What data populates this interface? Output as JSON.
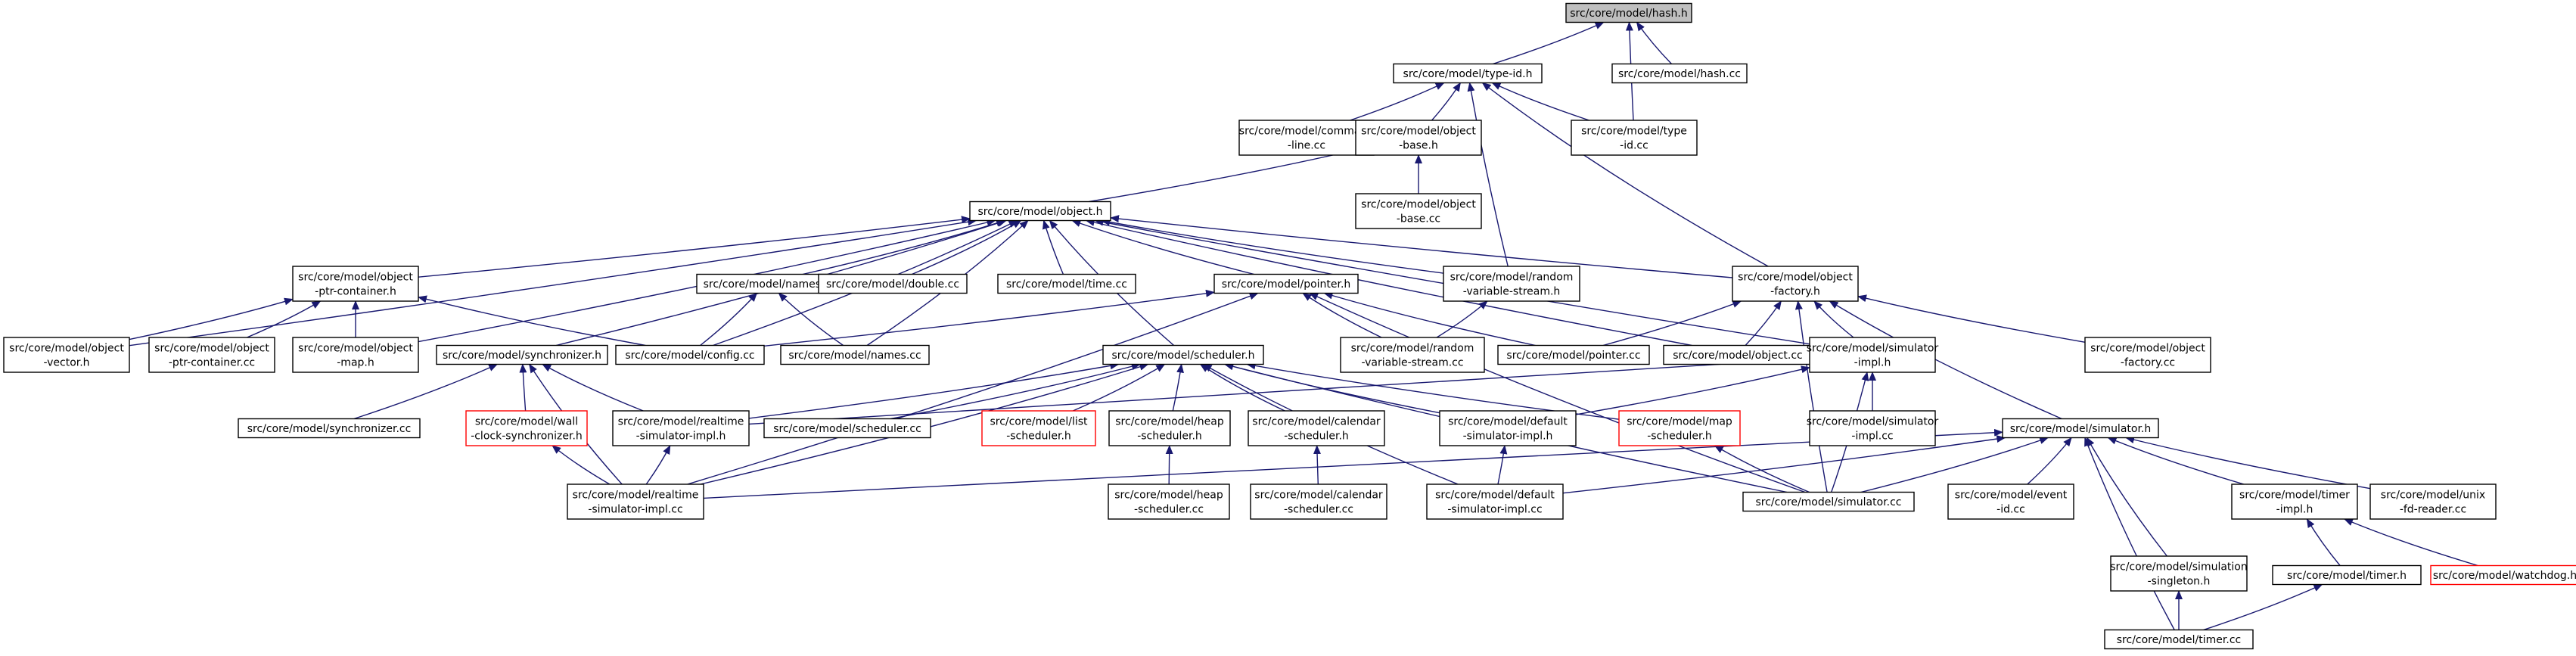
{
  "colors": {
    "edge": "#191970",
    "node_border": "#000000",
    "root_fill": "#bfbfbf",
    "missing_border": "#ff0000",
    "text": "#000000"
  },
  "nodes": [
    {
      "id": "hash_h",
      "lines": [
        "src/core/model/hash.h"
      ],
      "style": "root"
    },
    {
      "id": "type_id_h",
      "lines": [
        "src/core/model/type-id.h"
      ],
      "style": "normal"
    },
    {
      "id": "hash_cc",
      "lines": [
        "src/core/model/hash.cc"
      ],
      "style": "normal"
    },
    {
      "id": "command_line_cc",
      "lines": [
        "src/core/model/command",
        "-line.cc"
      ],
      "style": "normal"
    },
    {
      "id": "object_base_h",
      "lines": [
        "src/core/model/object",
        "-base.h"
      ],
      "style": "normal"
    },
    {
      "id": "type_id_cc",
      "lines": [
        "src/core/model/type",
        "-id.cc"
      ],
      "style": "normal"
    },
    {
      "id": "object_h",
      "lines": [
        "src/core/model/object.h"
      ],
      "style": "normal"
    },
    {
      "id": "object_base_cc",
      "lines": [
        "src/core/model/object",
        "-base.cc"
      ],
      "style": "normal"
    },
    {
      "id": "object_ptr_container_h",
      "lines": [
        "src/core/model/object",
        "-ptr-container.h"
      ],
      "style": "normal"
    },
    {
      "id": "names_h",
      "lines": [
        "src/core/model/names.h"
      ],
      "style": "normal"
    },
    {
      "id": "double_cc",
      "lines": [
        "src/core/model/double.cc"
      ],
      "style": "normal"
    },
    {
      "id": "time_cc",
      "lines": [
        "src/core/model/time.cc"
      ],
      "style": "normal"
    },
    {
      "id": "pointer_h",
      "lines": [
        "src/core/model/pointer.h"
      ],
      "style": "normal"
    },
    {
      "id": "random_variable_stream_h",
      "lines": [
        "src/core/model/random",
        "-variable-stream.h"
      ],
      "style": "normal"
    },
    {
      "id": "object_factory_h",
      "lines": [
        "src/core/model/object",
        "-factory.h"
      ],
      "style": "normal"
    },
    {
      "id": "object_vector_h",
      "lines": [
        "src/core/model/object",
        "-vector.h"
      ],
      "style": "normal"
    },
    {
      "id": "object_ptr_container_cc",
      "lines": [
        "src/core/model/object",
        "-ptr-container.cc"
      ],
      "style": "normal"
    },
    {
      "id": "object_map_h",
      "lines": [
        "src/core/model/object",
        "-map.h"
      ],
      "style": "normal"
    },
    {
      "id": "synchronizer_h",
      "lines": [
        "src/core/model/synchronizer.h"
      ],
      "style": "normal"
    },
    {
      "id": "config_cc",
      "lines": [
        "src/core/model/config.cc"
      ],
      "style": "normal"
    },
    {
      "id": "names_cc",
      "lines": [
        "src/core/model/names.cc"
      ],
      "style": "normal"
    },
    {
      "id": "scheduler_h",
      "lines": [
        "src/core/model/scheduler.h"
      ],
      "style": "normal"
    },
    {
      "id": "random_variable_stream_cc",
      "lines": [
        "src/core/model/random",
        "-variable-stream.cc"
      ],
      "style": "normal"
    },
    {
      "id": "pointer_cc",
      "lines": [
        "src/core/model/pointer.cc"
      ],
      "style": "normal"
    },
    {
      "id": "object_cc",
      "lines": [
        "src/core/model/object.cc"
      ],
      "style": "normal"
    },
    {
      "id": "simulator_impl_h",
      "lines": [
        "src/core/model/simulator",
        "-impl.h"
      ],
      "style": "normal"
    },
    {
      "id": "object_factory_cc",
      "lines": [
        "src/core/model/object",
        "-factory.cc"
      ],
      "style": "normal"
    },
    {
      "id": "synchronizer_cc",
      "lines": [
        "src/core/model/synchronizer.cc"
      ],
      "style": "normal"
    },
    {
      "id": "wall_clock_synchronizer_h",
      "lines": [
        "src/core/model/wall",
        "-clock-synchronizer.h"
      ],
      "style": "missing"
    },
    {
      "id": "realtime_simulator_impl_h",
      "lines": [
        "src/core/model/realtime",
        "-simulator-impl.h"
      ],
      "style": "normal"
    },
    {
      "id": "scheduler_cc",
      "lines": [
        "src/core/model/scheduler.cc"
      ],
      "style": "normal"
    },
    {
      "id": "list_scheduler_h",
      "lines": [
        "src/core/model/list",
        "-scheduler.h"
      ],
      "style": "missing"
    },
    {
      "id": "heap_scheduler_h",
      "lines": [
        "src/core/model/heap",
        "-scheduler.h"
      ],
      "style": "normal"
    },
    {
      "id": "calendar_scheduler_h",
      "lines": [
        "src/core/model/calendar",
        "-scheduler.h"
      ],
      "style": "normal"
    },
    {
      "id": "default_simulator_impl_h",
      "lines": [
        "src/core/model/default",
        "-simulator-impl.h"
      ],
      "style": "normal"
    },
    {
      "id": "map_scheduler_h",
      "lines": [
        "src/core/model/map",
        "-scheduler.h"
      ],
      "style": "missing"
    },
    {
      "id": "simulator_impl_cc",
      "lines": [
        "src/core/model/simulator",
        "-impl.cc"
      ],
      "style": "normal"
    },
    {
      "id": "simulator_h",
      "lines": [
        "src/core/model/simulator.h"
      ],
      "style": "normal"
    },
    {
      "id": "realtime_simulator_impl_cc",
      "lines": [
        "src/core/model/realtime",
        "-simulator-impl.cc"
      ],
      "style": "normal"
    },
    {
      "id": "heap_scheduler_cc",
      "lines": [
        "src/core/model/heap",
        "-scheduler.cc"
      ],
      "style": "normal"
    },
    {
      "id": "calendar_scheduler_cc",
      "lines": [
        "src/core/model/calendar",
        "-scheduler.cc"
      ],
      "style": "normal"
    },
    {
      "id": "default_simulator_impl_cc",
      "lines": [
        "src/core/model/default",
        "-simulator-impl.cc"
      ],
      "style": "normal"
    },
    {
      "id": "simulator_cc",
      "lines": [
        "src/core/model/simulator.cc"
      ],
      "style": "normal"
    },
    {
      "id": "event_id_cc",
      "lines": [
        "src/core/model/event",
        "-id.cc"
      ],
      "style": "normal"
    },
    {
      "id": "timer_impl_h",
      "lines": [
        "src/core/model/timer",
        "-impl.h"
      ],
      "style": "normal"
    },
    {
      "id": "unix_fd_reader_cc",
      "lines": [
        "src/core/model/unix",
        "-fd-reader.cc"
      ],
      "style": "normal"
    },
    {
      "id": "simulation_singleton_h",
      "lines": [
        "src/core/model/simulation",
        "-singleton.h"
      ],
      "style": "normal"
    },
    {
      "id": "timer_h",
      "lines": [
        "src/core/model/timer.h"
      ],
      "style": "normal"
    },
    {
      "id": "watchdog_h",
      "lines": [
        "src/core/model/watchdog.h"
      ],
      "style": "missing"
    },
    {
      "id": "timer_cc",
      "lines": [
        "src/core/model/timer.cc"
      ],
      "style": "normal"
    }
  ],
  "edges": [
    [
      "hash_h",
      "type_id_h"
    ],
    [
      "hash_h",
      "hash_cc"
    ],
    [
      "hash_h",
      "type_id_cc"
    ],
    [
      "type_id_h",
      "command_line_cc"
    ],
    [
      "type_id_h",
      "object_base_h"
    ],
    [
      "type_id_h",
      "type_id_cc"
    ],
    [
      "type_id_h",
      "random_variable_stream_h"
    ],
    [
      "type_id_h",
      "object_factory_h"
    ],
    [
      "object_base_h",
      "object_h"
    ],
    [
      "object_base_h",
      "object_base_cc"
    ],
    [
      "object_h",
      "object_ptr_container_h"
    ],
    [
      "object_h",
      "names_h"
    ],
    [
      "object_h",
      "double_cc"
    ],
    [
      "object_h",
      "time_cc"
    ],
    [
      "object_h",
      "pointer_h"
    ],
    [
      "object_h",
      "random_variable_stream_h"
    ],
    [
      "object_h",
      "object_factory_h"
    ],
    [
      "object_h",
      "object_vector_h"
    ],
    [
      "object_h",
      "object_map_h"
    ],
    [
      "object_h",
      "synchronizer_h"
    ],
    [
      "object_h",
      "config_cc"
    ],
    [
      "object_h",
      "names_cc"
    ],
    [
      "object_h",
      "scheduler_h"
    ],
    [
      "object_h",
      "object_cc"
    ],
    [
      "object_h",
      "simulator_impl_h"
    ],
    [
      "object_ptr_container_h",
      "object_vector_h"
    ],
    [
      "object_ptr_container_h",
      "object_ptr_container_cc"
    ],
    [
      "object_ptr_container_h",
      "object_map_h"
    ],
    [
      "object_ptr_container_h",
      "config_cc"
    ],
    [
      "names_h",
      "config_cc"
    ],
    [
      "names_h",
      "names_cc"
    ],
    [
      "pointer_h",
      "config_cc"
    ],
    [
      "pointer_h",
      "random_variable_stream_cc"
    ],
    [
      "pointer_h",
      "pointer_cc"
    ],
    [
      "pointer_h",
      "realtime_simulator_impl_cc"
    ],
    [
      "pointer_h",
      "simulator_cc"
    ],
    [
      "random_variable_stream_h",
      "random_variable_stream_cc"
    ],
    [
      "object_factory_h",
      "pointer_cc"
    ],
    [
      "object_factory_h",
      "object_cc"
    ],
    [
      "object_factory_h",
      "simulator_impl_h"
    ],
    [
      "object_factory_h",
      "object_factory_cc"
    ],
    [
      "object_factory_h",
      "simulator_h"
    ],
    [
      "object_factory_h",
      "simulator_cc"
    ],
    [
      "synchronizer_h",
      "synchronizer_cc"
    ],
    [
      "synchronizer_h",
      "wall_clock_synchronizer_h"
    ],
    [
      "synchronizer_h",
      "realtime_simulator_impl_h"
    ],
    [
      "synchronizer_h",
      "realtime_simulator_impl_cc"
    ],
    [
      "scheduler_h",
      "realtime_simulator_impl_h"
    ],
    [
      "scheduler_h",
      "scheduler_cc"
    ],
    [
      "scheduler_h",
      "list_scheduler_h"
    ],
    [
      "scheduler_h",
      "heap_scheduler_h"
    ],
    [
      "scheduler_h",
      "calendar_scheduler_h"
    ],
    [
      "scheduler_h",
      "default_simulator_impl_h"
    ],
    [
      "scheduler_h",
      "map_scheduler_h"
    ],
    [
      "scheduler_h",
      "realtime_simulator_impl_cc"
    ],
    [
      "scheduler_h",
      "default_simulator_impl_cc"
    ],
    [
      "scheduler_h",
      "simulator_cc"
    ],
    [
      "simulator_impl_h",
      "simulator_impl_cc"
    ],
    [
      "simulator_impl_h",
      "realtime_simulator_impl_h"
    ],
    [
      "simulator_impl_h",
      "default_simulator_impl_h"
    ],
    [
      "simulator_impl_h",
      "simulator_cc"
    ],
    [
      "wall_clock_synchronizer_h",
      "realtime_simulator_impl_cc"
    ],
    [
      "realtime_simulator_impl_h",
      "realtime_simulator_impl_cc"
    ],
    [
      "heap_scheduler_h",
      "heap_scheduler_cc"
    ],
    [
      "calendar_scheduler_h",
      "calendar_scheduler_cc"
    ],
    [
      "default_simulator_impl_h",
      "default_simulator_impl_cc"
    ],
    [
      "map_scheduler_h",
      "simulator_cc"
    ],
    [
      "simulator_h",
      "realtime_simulator_impl_cc"
    ],
    [
      "simulator_h",
      "default_simulator_impl_cc"
    ],
    [
      "simulator_h",
      "simulator_cc"
    ],
    [
      "simulator_h",
      "event_id_cc"
    ],
    [
      "simulator_h",
      "timer_impl_h"
    ],
    [
      "simulator_h",
      "unix_fd_reader_cc"
    ],
    [
      "simulator_h",
      "simulation_singleton_h"
    ],
    [
      "simulator_h",
      "timer_cc"
    ],
    [
      "timer_impl_h",
      "timer_h"
    ],
    [
      "timer_impl_h",
      "watchdog_h"
    ],
    [
      "simulation_singleton_h",
      "timer_cc"
    ],
    [
      "timer_h",
      "timer_cc"
    ]
  ]
}
